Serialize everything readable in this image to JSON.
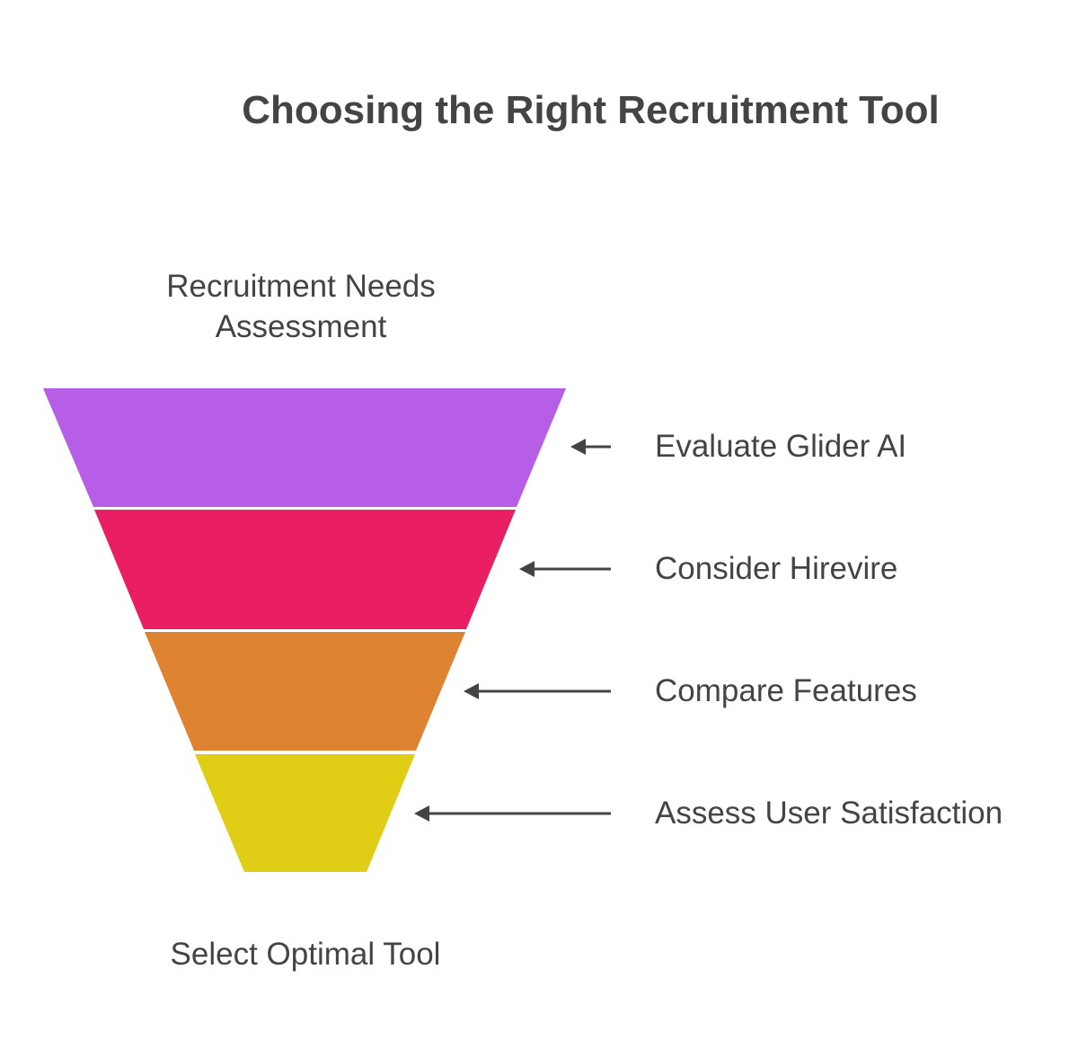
{
  "title": "Choosing the Right Recruitment Tool",
  "top_label_line1": "Recruitment Needs",
  "top_label_line2": "Assessment",
  "bottom_label": "Select Optimal Tool",
  "stages": [
    {
      "label": "Evaluate Glider AI",
      "color": "#B75EE6"
    },
    {
      "label": "Consider Hirevire",
      "color": "#EA1F63"
    },
    {
      "label": "Compare Features",
      "color": "#DD8331"
    },
    {
      "label": "Assess User Satisfaction",
      "color": "#DFCD16"
    }
  ],
  "arrow_color": "#444444"
}
